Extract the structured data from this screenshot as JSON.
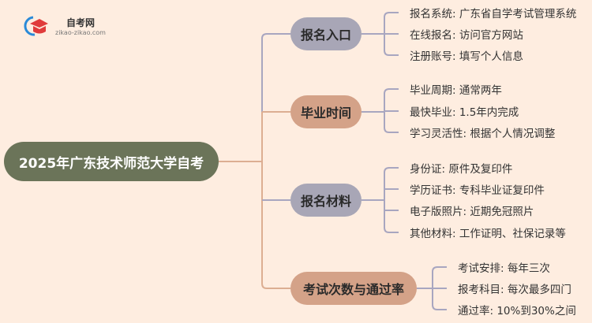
{
  "logo": {
    "name": "自考网",
    "url_text": "zikao-zikao.com"
  },
  "center": "2025年广东技术师范大学自考",
  "branches": [
    {
      "label": "报名入口",
      "leaves": [
        "报名系统: 广东省自学考试管理系统",
        "在线报名: 访问官方网站",
        "注册账号: 填写个人信息"
      ]
    },
    {
      "label": "毕业时间",
      "leaves": [
        "毕业周期: 通常两年",
        "最快毕业: 1.5年内完成",
        "学习灵活性: 根据个人情况调整"
      ]
    },
    {
      "label": "报名材料",
      "leaves": [
        "身份证: 原件及复印件",
        "学历证书: 专科毕业证复印件",
        "电子版照片: 近期免冠照片",
        "其他材料: 工作证明、社保记录等"
      ]
    },
    {
      "label": "考试次数与通过率",
      "leaves": [
        "考试安排: 每年三次",
        "报考科目: 每次最多四门",
        "通过率: 10%到30%之间"
      ]
    }
  ],
  "colors": {
    "background": "#feede0",
    "center": "#6b7459",
    "purple": "#a8a6b6",
    "tan": "#d4a288"
  }
}
